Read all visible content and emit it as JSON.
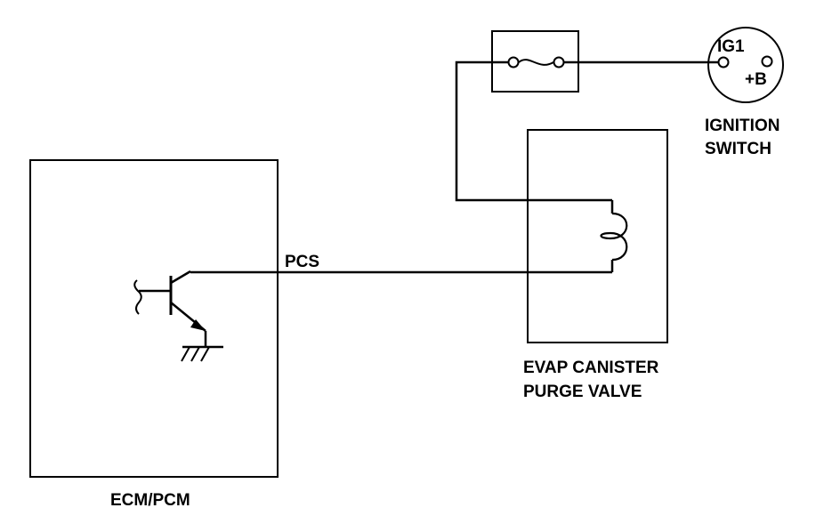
{
  "labels": {
    "ecm": "ECM/PCM",
    "pcs": "PCS",
    "valve_line1": "EVAP CANISTER",
    "valve_line2": "PURGE VALVE",
    "switch_line1": "IGNITION",
    "switch_line2": "SWITCH",
    "ig1": "IG1",
    "plus_b": "+B"
  },
  "icons": [
    "transistor-icon",
    "ground-icon",
    "fuse-icon",
    "solenoid-coil-icon",
    "ignition-switch-icon"
  ]
}
